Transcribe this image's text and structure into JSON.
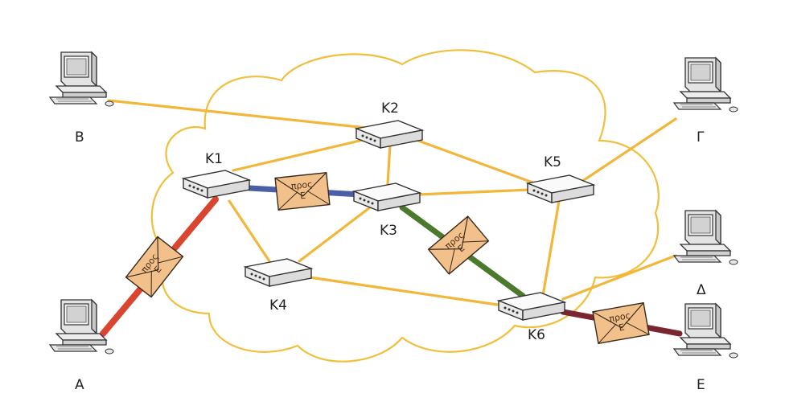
{
  "routers": {
    "k1": "K1",
    "k2": "K2",
    "k3": "K3",
    "k4": "K4",
    "k5": "K5",
    "k6": "K6"
  },
  "computers": {
    "a": "A",
    "b": "B",
    "g": "Γ",
    "d": "Δ",
    "e": "E"
  },
  "envelopes": {
    "line1": "προς",
    "line2": "E"
  },
  "colors": {
    "cloud_outline": "#f0bf3c",
    "link": "#f2b73a",
    "path_a_k1": "#d9452e",
    "path_k1_k3": "#4a5fa8",
    "path_k3_k6": "#4c7a2c",
    "path_k6_e": "#7a2530",
    "envelope": "#f2c08a"
  }
}
